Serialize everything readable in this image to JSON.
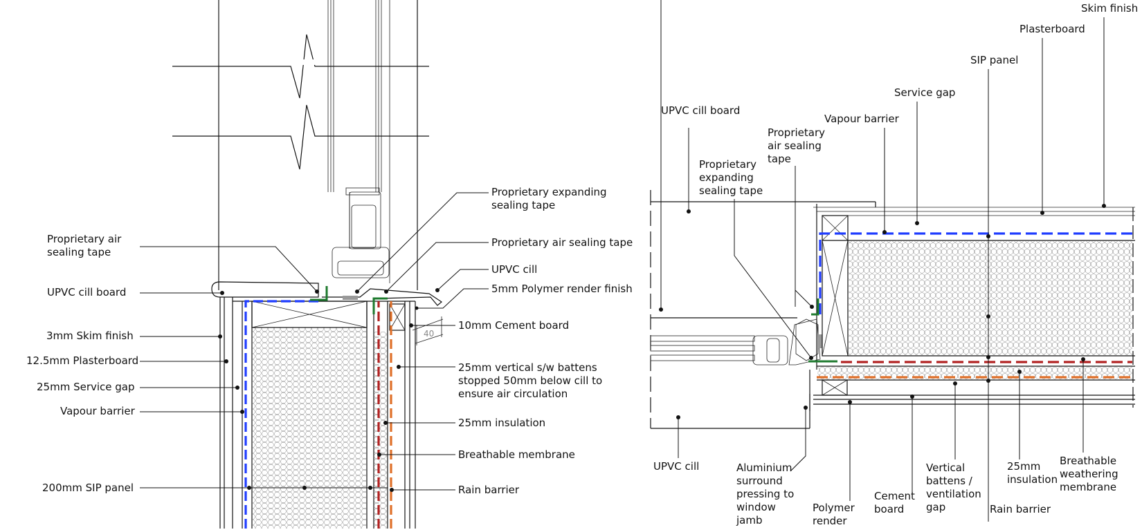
{
  "colors": {
    "vapour_barrier": "#1f3cff",
    "rain_barrier": "#b22222",
    "breathable_membrane": "#e0702a",
    "air_sealing_tape": "#1e7a2e",
    "line": "#111111"
  },
  "left_section": {
    "dimension": "40",
    "labels": {
      "expanding_tape": [
        "Proprietary expanding",
        "sealing tape"
      ],
      "air_tape_right": [
        "Proprietary air sealing tape"
      ],
      "upvc_cill": [
        "UPVC cill"
      ],
      "render": [
        "5mm Polymer render finish"
      ],
      "cement_board": [
        "10mm Cement board"
      ],
      "battens": [
        "25mm vertical s/w battens",
        "stopped 50mm below cill to",
        "ensure air circulation"
      ],
      "insulation": [
        "25mm insulation"
      ],
      "breathable": [
        "Breathable membrane"
      ],
      "rain_barrier": [
        "Rain barrier"
      ],
      "air_tape_left": [
        "Proprietary air",
        "sealing tape"
      ],
      "cill_board": [
        "UPVC cill board"
      ],
      "skim": [
        "3mm Skim finish"
      ],
      "plasterboard": [
        "12.5mm Plasterboard"
      ],
      "service_gap": [
        "25mm Service gap"
      ],
      "vapour": [
        "Vapour barrier"
      ],
      "sip": [
        "200mm SIP panel"
      ]
    }
  },
  "right_section": {
    "labels": {
      "skim": [
        "Skim finish"
      ],
      "plasterboard": [
        "Plasterboard"
      ],
      "sip": [
        "SIP panel"
      ],
      "service_gap": [
        "Service gap"
      ],
      "vapour": [
        "Vapour barrier"
      ],
      "cill_board": [
        "UPVC cill board"
      ],
      "air_tape": [
        "Proprietary",
        "air sealing",
        "tape"
      ],
      "expanding_tape": [
        "Proprietary",
        "expanding",
        "sealing tape"
      ],
      "upvc_cill": [
        "UPVC cill"
      ],
      "aluminium": [
        "Aluminium",
        "surround",
        "pressing to",
        "window",
        "jamb"
      ],
      "polymer": [
        "Polymer",
        "render"
      ],
      "cement": [
        "Cement",
        "board"
      ],
      "battens": [
        "Vertical",
        "battens /",
        "ventilation",
        "gap"
      ],
      "rain_barrier": [
        "Rain barrier"
      ],
      "insulation": [
        "25mm",
        "insulation"
      ],
      "breathable": [
        "Breathable",
        "weathering",
        "membrane"
      ]
    }
  }
}
